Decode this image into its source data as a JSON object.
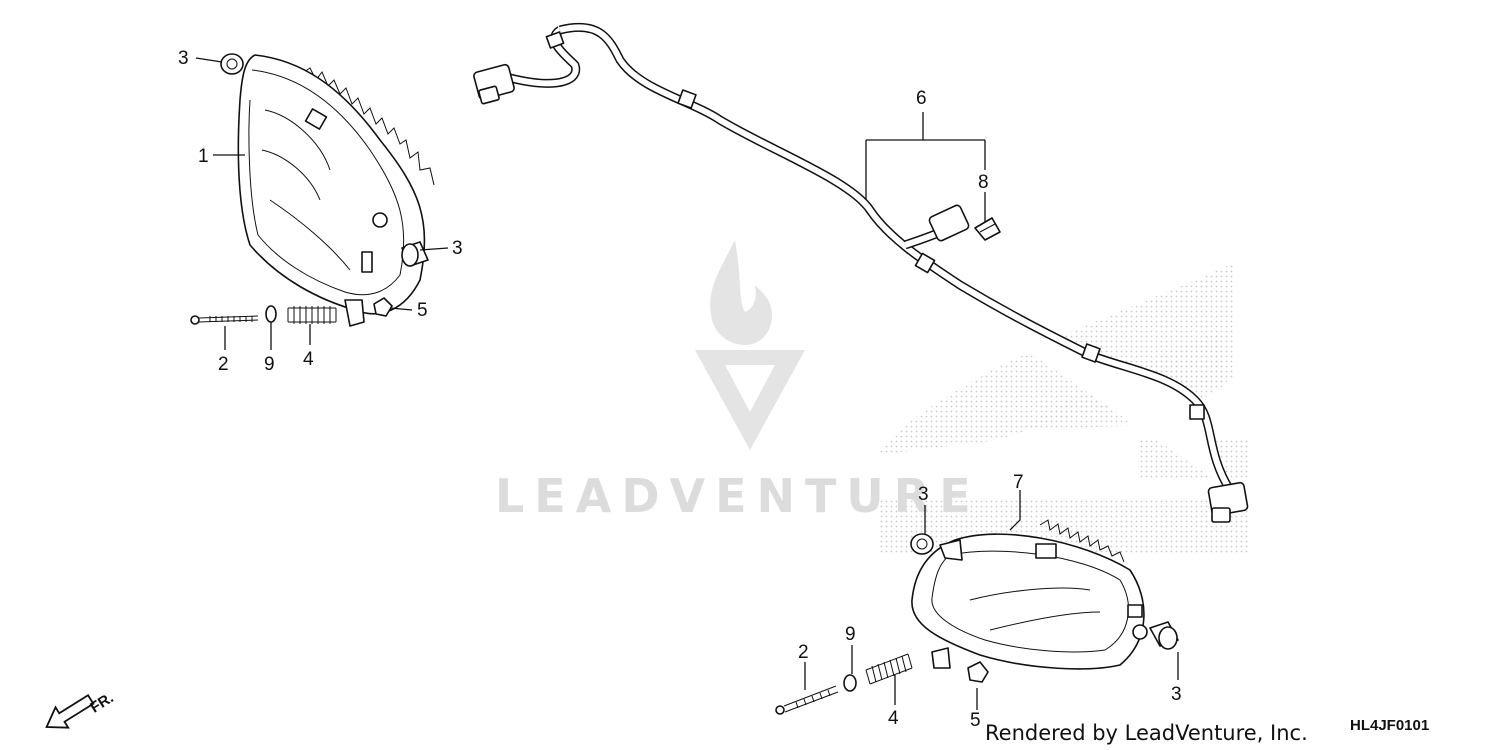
{
  "callouts": {
    "c3_top": "3",
    "c1": "1",
    "c3_left_mid": "3",
    "c5_left": "5",
    "c2_left": "2",
    "c9_left": "9",
    "c4_left": "4",
    "c6": "6",
    "c8": "8",
    "c3_right_top": "3",
    "c7": "7",
    "c9_right": "9",
    "c2_right": "2",
    "c4_right": "4",
    "c5_right": "5",
    "c3_right_bottom": "3"
  },
  "watermark": {
    "text": "LEADVENTURE"
  },
  "front_indicator": {
    "label": "FR."
  },
  "footer": {
    "rendered_by": "Rendered by LeadVenture, Inc.",
    "diagram_code": "HL4JF0101"
  },
  "icons": [
    "flame-logo-watermark",
    "wing-logo-watermark",
    "front-arrow-icon"
  ]
}
